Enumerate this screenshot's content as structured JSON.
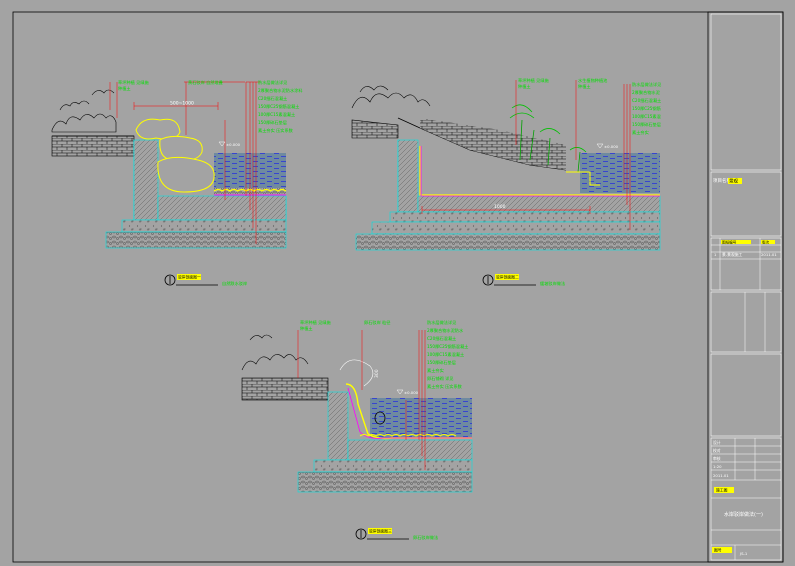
{
  "drawing": {
    "dimension_top_left": "500~1000",
    "dimension_top_right": "1000",
    "dimension_bottom": "300",
    "level_marks": [
      "±0.000",
      "±0.000",
      "±0.000"
    ],
    "section_1_title": "自然跌水驳岸",
    "section_2_title": "缓坡驳岸做法",
    "section_3_title": "卵石驳岸做法",
    "section_1_label": "驳岸剖面图一",
    "section_2_label": "驳岸剖面图二",
    "section_3_label": "驳岸剖面图三"
  },
  "callouts": {
    "s1_left": [
      "草坪种植 见绿施",
      "种植土"
    ],
    "s1_mid": [
      "黄石驳岸  自然堆叠"
    ],
    "s1_right": [
      "防水层做法详见",
      "2厚聚合物水泥防水涂料",
      "C20细石混凝土",
      "150厚C25钢筋混凝土",
      "100厚C15素混凝土",
      "150厚碎石垫层",
      "素土夯实 压实系数"
    ],
    "s2_left": [
      "草坪种植 见绿施",
      "种植土"
    ],
    "s2_mid": [
      "水生植物种植池",
      "种植土"
    ],
    "s2_right": [
      "防水层做法详见",
      "2厚聚合物水泥",
      "C20细石混凝土",
      "150厚C25钢筋",
      "100厚C15素混",
      "150厚碎石垫层",
      "素土夯实"
    ],
    "s3_left": [
      "草坪种植 见绿施",
      "种植土"
    ],
    "s3_mid": [
      "卵石驳岸 粒径"
    ],
    "s3_right": [
      "防水层做法详见",
      "2厚聚合物水泥防水",
      "C20细石混凝土",
      "150厚C25钢筋混凝土",
      "100厚C15素混凝土",
      "150厚碎石垫层",
      "素土夯实",
      "卵石铺砌 详见",
      "素土夯实 压实系数"
    ]
  },
  "title_block": {
    "project_label": "项目名称",
    "project_value": "景观",
    "drawing_no_hdr": "图纸编号",
    "rev_hdr": "版次",
    "drawing_no": "景-景观施工",
    "rev": "2011.01",
    "row_num": "1",
    "designer": "设计",
    "checker": "校对",
    "approver": "审核",
    "scale": "1:20",
    "stage_label": "施工图",
    "sheet_title": "水岸驳岸做法(一)",
    "sheet_no_label": "图号",
    "sheet_no_value": "JS-1",
    "date": "2011.01"
  },
  "colors": {
    "background": "#a3a3a3",
    "outline_cyan": "#00e5e5",
    "water_blue": "#0000ff",
    "callout_red": "#ff0000",
    "rock_yellow": "#ffff00",
    "membrane_magenta": "#ff00ff",
    "text_green": "#00e000",
    "black": "#000000"
  }
}
